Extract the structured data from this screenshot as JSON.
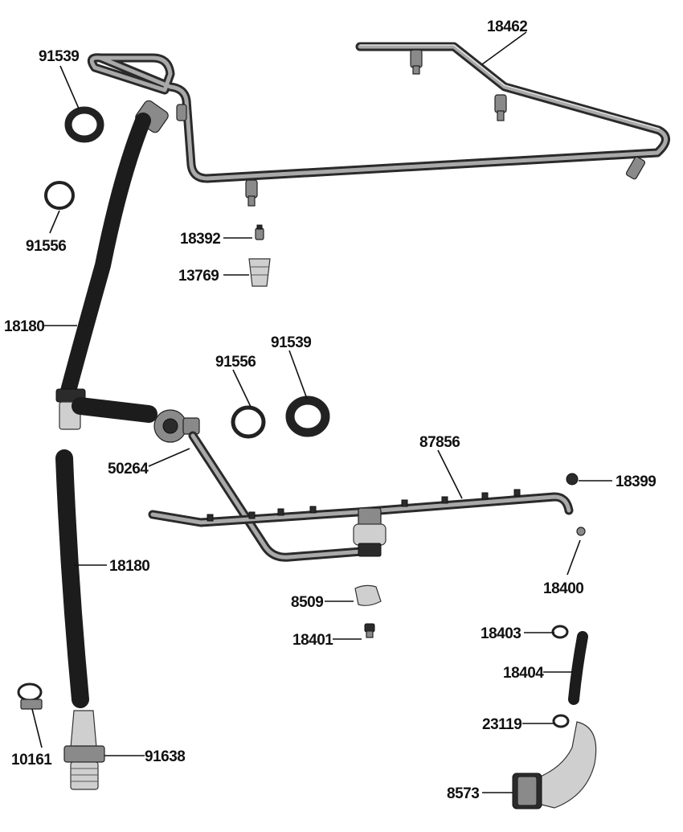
{
  "colors": {
    "ink": "#111111",
    "tube_dark": "#2a2a2a",
    "tube_light": "#a9a9a9",
    "hose": "#1c1c1c",
    "fitting_light": "#cfcfcf"
  },
  "labels": [
    {
      "id": "p18462",
      "text": "18462"
    },
    {
      "id": "p91539a",
      "text": "91539"
    },
    {
      "id": "p91556a",
      "text": "91556"
    },
    {
      "id": "p18392",
      "text": "18392"
    },
    {
      "id": "p13769",
      "text": "13769"
    },
    {
      "id": "p18180a",
      "text": "18180"
    },
    {
      "id": "p91556b",
      "text": "91556"
    },
    {
      "id": "p91539b",
      "text": "91539"
    },
    {
      "id": "p87856",
      "text": "87856"
    },
    {
      "id": "p50264",
      "text": "50264"
    },
    {
      "id": "p18399",
      "text": "18399"
    },
    {
      "id": "p18180b",
      "text": "18180"
    },
    {
      "id": "p18400",
      "text": "18400"
    },
    {
      "id": "p8509",
      "text": "8509"
    },
    {
      "id": "p18401",
      "text": "18401"
    },
    {
      "id": "p18403",
      "text": "18403"
    },
    {
      "id": "p18404",
      "text": "18404"
    },
    {
      "id": "p23119",
      "text": "23119"
    },
    {
      "id": "p10161",
      "text": "10161"
    },
    {
      "id": "p91638",
      "text": "91638"
    },
    {
      "id": "p8573",
      "text": "8573"
    }
  ]
}
